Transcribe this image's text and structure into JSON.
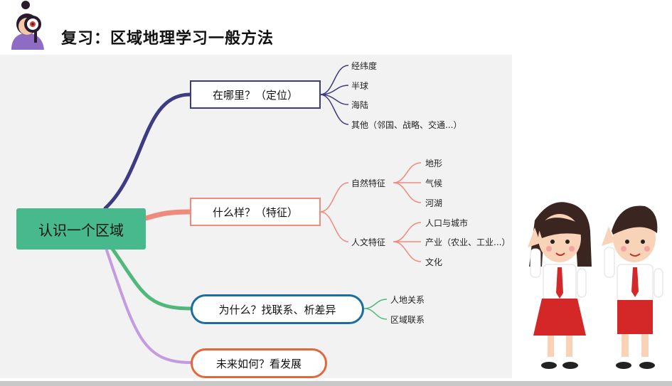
{
  "title": "复习：区域地理学习一般方法",
  "mindmap": {
    "root": "认识一个区域",
    "branches": [
      {
        "label": "在哪里？（定位）",
        "color": "#3d3b82",
        "children": [
          "经纬度",
          "半球",
          "海陆",
          "其他（邻国、战略、交通...）"
        ]
      },
      {
        "label": "什么样？（特征）",
        "color": "#f08a7c",
        "groups": [
          {
            "label": "自然特征",
            "children": [
              "地形",
              "气候",
              "河湖"
            ]
          },
          {
            "label": "人文特征",
            "children": [
              "人口与城市",
              "产业（农业、工业...）",
              "文化"
            ]
          }
        ]
      },
      {
        "label": "为什么？找联系、析差异",
        "color": "#1d6e9e",
        "link_color": "#4fb87a",
        "children": [
          "人地关系",
          "区域联系"
        ]
      },
      {
        "label": "未来如何？看发展",
        "color": "#e2683c",
        "link_color": "#c49be0"
      }
    ]
  }
}
